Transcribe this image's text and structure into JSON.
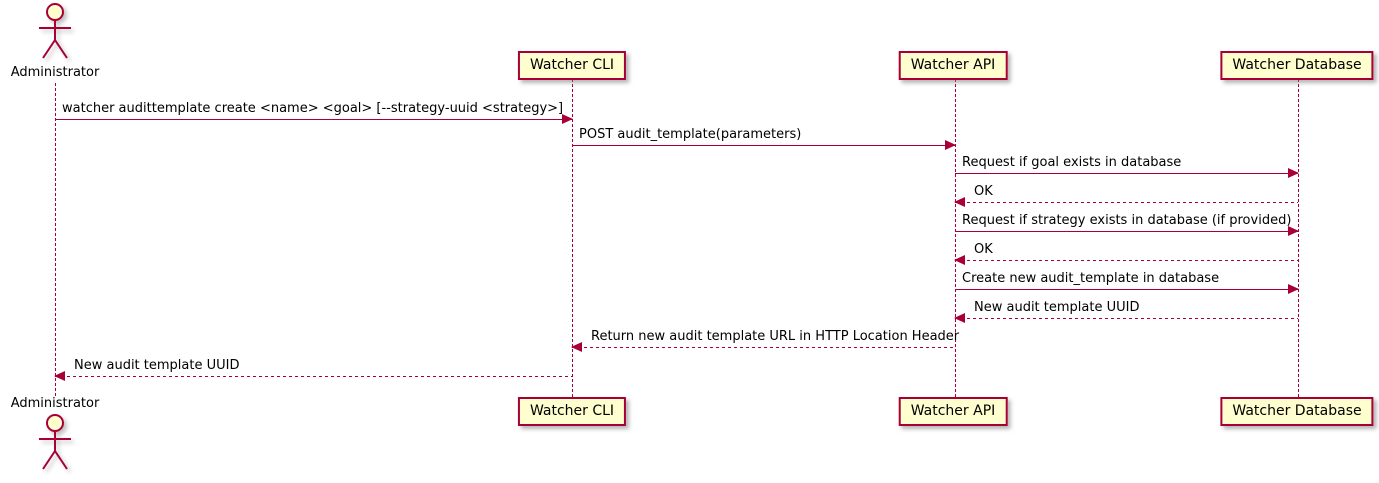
{
  "diagram": {
    "kind": "uml-sequence-diagram",
    "colors": {
      "participant_fill": "#FEFECE",
      "participant_border": "#A80036",
      "line": "#A80036",
      "text": "#000000"
    },
    "actor": {
      "label": "Administrator"
    },
    "participants": [
      {
        "label": "Watcher CLI"
      },
      {
        "label": "Watcher API"
      },
      {
        "label": "Watcher Database"
      }
    ],
    "messages": [
      {
        "from": "Administrator",
        "to": "Watcher CLI",
        "style": "solid",
        "label": "watcher audittemplate create <name> <goal> [--strategy-uuid <strategy>]"
      },
      {
        "from": "Watcher CLI",
        "to": "Watcher API",
        "style": "solid",
        "label": "POST audit_template(parameters)"
      },
      {
        "from": "Watcher API",
        "to": "Watcher Database",
        "style": "solid",
        "label": "Request if goal exists in database"
      },
      {
        "from": "Watcher Database",
        "to": "Watcher API",
        "style": "dashed",
        "label": "OK"
      },
      {
        "from": "Watcher API",
        "to": "Watcher Database",
        "style": "solid",
        "label": "Request if strategy exists in database (if provided)"
      },
      {
        "from": "Watcher Database",
        "to": "Watcher API",
        "style": "dashed",
        "label": "OK"
      },
      {
        "from": "Watcher API",
        "to": "Watcher Database",
        "style": "solid",
        "label": "Create new audit_template in database"
      },
      {
        "from": "Watcher Database",
        "to": "Watcher API",
        "style": "dashed",
        "label": "New audit template UUID"
      },
      {
        "from": "Watcher API",
        "to": "Watcher CLI",
        "style": "dashed",
        "label": "Return new audit template URL in HTTP Location Header"
      },
      {
        "from": "Watcher CLI",
        "to": "Administrator",
        "style": "dashed",
        "label": "New audit template UUID"
      }
    ]
  }
}
